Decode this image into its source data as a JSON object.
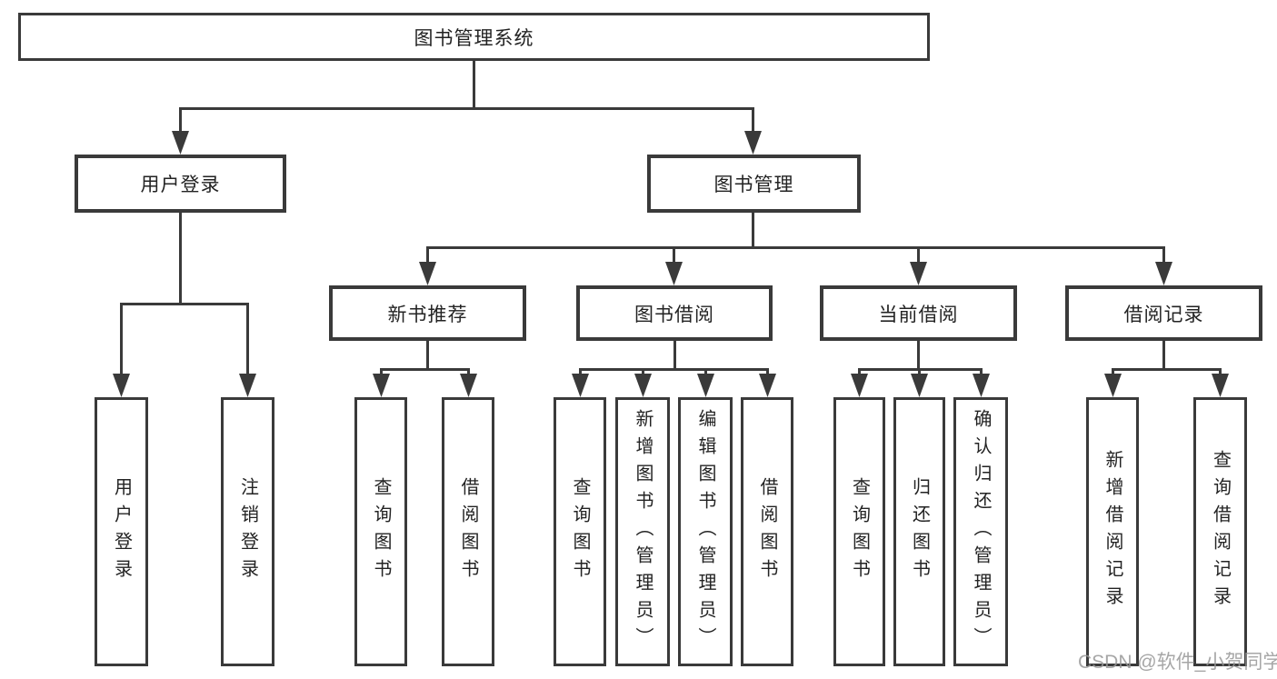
{
  "diagram": {
    "root": "图书管理系统",
    "level2": {
      "user_login": "用户登录",
      "book_management": "图书管理"
    },
    "level3": {
      "new_book_recommend": "新书推荐",
      "book_borrowing": "图书借阅",
      "current_borrowing": "当前借阅",
      "borrowing_records": "借阅记录"
    },
    "leaves": {
      "user_login": "用户登录",
      "logout_login": "注销登录",
      "query_books_rec": "查询图书",
      "borrow_books_rec": "借阅图书",
      "query_books_borrowing": "查询图书",
      "add_books_admin": "新增图书（管理员）",
      "edit_books_admin": "编辑图书（管理员）",
      "borrow_books_borrowing": "借阅图书",
      "query_books_current": "查询图书",
      "return_books": "归还图书",
      "confirm_return_admin": "确认归还（管理员）",
      "add_borrow_record": "新增借阅记录",
      "query_borrow_record": "查询借阅记录"
    }
  },
  "watermark": {
    "text": "CSDN @软件_小贺同学"
  },
  "colors": {
    "background": "#ffffff",
    "line": "#3a3a3a",
    "text": "#232323",
    "watermark_gray": "#969696"
  }
}
